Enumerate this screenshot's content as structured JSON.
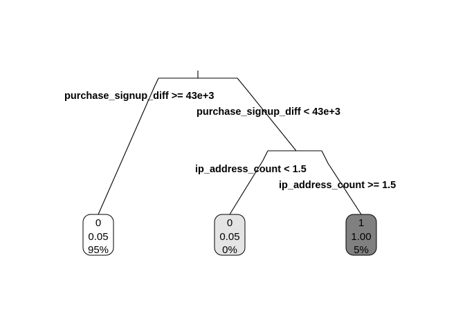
{
  "tree": {
    "root_split": {
      "left_label": "purchase_signup_diff >= 43e+3",
      "right_label": "purchase_signup_diff < 43e+3"
    },
    "inner_split": {
      "left_label": "ip_address_count < 1.5",
      "right_label": "ip_address_count >= 1.5"
    },
    "leaves": [
      {
        "class": "0",
        "prob": "0.05",
        "pct": "95%",
        "fill": "#ffffff"
      },
      {
        "class": "0",
        "prob": "0.05",
        "pct": "0%",
        "fill": "#e4e4e4"
      },
      {
        "class": "1",
        "prob": "1.00",
        "pct": "5%",
        "fill": "#808080"
      }
    ]
  }
}
